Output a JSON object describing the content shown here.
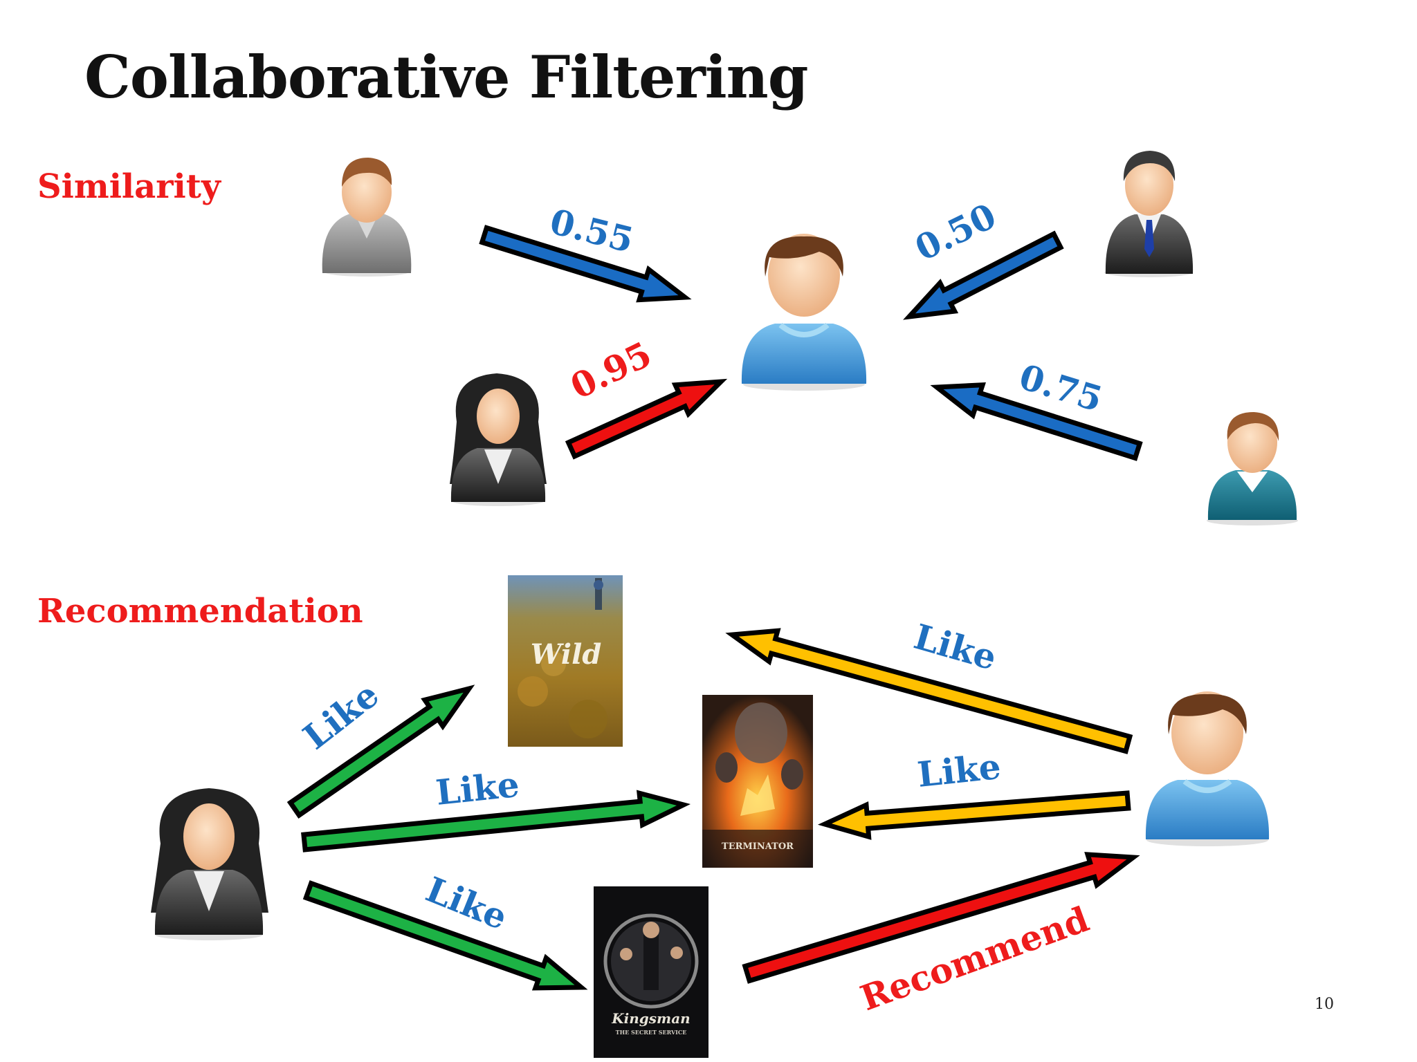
{
  "slide": {
    "title": "Collaborative Filtering",
    "page_number": "10"
  },
  "sections": {
    "similarity": "Similarity",
    "recommendation": "Recommendation"
  },
  "similarity_scores": {
    "grey_man": "0.55",
    "suit_man": "0.50",
    "woman": "0.95",
    "teal_man": "0.75"
  },
  "edge_labels": {
    "like": "Like",
    "recommend": "Recommend"
  },
  "movies": {
    "wild": "Wild",
    "terminator": "TERMINATOR",
    "kingsman": "Kingsman",
    "kingsman_sub": "THE SECRET SERVICE"
  },
  "colors": {
    "label_blue": "#1f6fbf",
    "label_red": "#ee1c1c",
    "arrow_blue": "#1a6cc4",
    "arrow_red": "#ee1010",
    "arrow_green": "#1db245",
    "arrow_yellow": "#ffc000"
  },
  "icons": [
    "grey-man-avatar",
    "suit-man-avatar",
    "target-user-avatar",
    "woman-avatar",
    "teal-man-avatar"
  ]
}
